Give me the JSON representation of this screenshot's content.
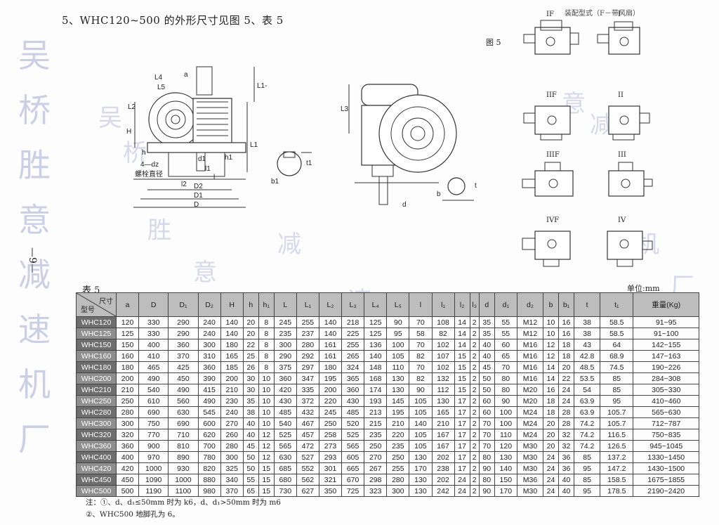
{
  "heading": "5、WHC120~500 的外形尺寸见图 5、表 5",
  "assembly_title": "装配型式（F－带风扇）",
  "figure_label": "图 5",
  "page_number": "—9—",
  "watermark_chars": "吴桥胜意减速机厂",
  "assembly_forms": [
    "IF",
    "I",
    "IIF",
    "II",
    "IIIF",
    "III",
    "IVF",
    "IV"
  ],
  "diagram_labels": {
    "L4": "L4",
    "a": "a",
    "L5": "L5",
    "L2": "L2",
    "L1_L3": "L1-L3",
    "H": "H",
    "L1": "L1",
    "h": "h",
    "d1": "d1",
    "t1": "t1",
    "h1": "h1",
    "4dz": "4—dz",
    "bolt": "螺栓直径",
    "l2": "l2",
    "l1": "l1",
    "l": "l",
    "D2": "D2",
    "D1": "D1",
    "D": "D",
    "b1": "b1",
    "L3": "L3",
    "d": "d",
    "b": "b",
    "t": "t"
  },
  "table_label": "表 5",
  "unit_label": "单位:mm",
  "table": {
    "corner_top": "尺寸",
    "corner_bottom": "型号",
    "headers": [
      "a",
      "D",
      "D₁",
      "D₂",
      "H",
      "h",
      "h₁",
      "L",
      "L₁",
      "L₂",
      "L₃",
      "L₄",
      "L₅",
      "l",
      "l₁",
      "l₂",
      "l₃",
      "d",
      "d₁",
      "d₂",
      "b",
      "b₁",
      "t",
      "t₁",
      "重量(Kg)"
    ],
    "rows": [
      [
        "WHC120",
        "120",
        "330",
        "290",
        "240",
        "140",
        "20",
        "8",
        "245",
        "255",
        "140",
        "218",
        "125",
        "90",
        "70",
        "108",
        "14",
        "2",
        "35",
        "55",
        "M12",
        "10",
        "16",
        "38",
        "58.5",
        "91~95"
      ],
      [
        "WHC125",
        "125",
        "330",
        "290",
        "240",
        "140",
        "20",
        "8",
        "235",
        "237",
        "140",
        "225",
        "125",
        "95",
        "58",
        "82",
        "14",
        "2",
        "35",
        "55",
        "M12",
        "10",
        "16",
        "38",
        "58.5",
        "91~100"
      ],
      [
        "WHC150",
        "150",
        "400",
        "360",
        "300",
        "180",
        "22",
        "8",
        "300",
        "280",
        "161",
        "255",
        "136",
        "100",
        "70",
        "102",
        "14",
        "2",
        "40",
        "60",
        "M16",
        "12",
        "18",
        "43",
        "64",
        "142~155"
      ],
      [
        "WHC160",
        "160",
        "410",
        "370",
        "310",
        "165",
        "25",
        "8",
        "290",
        "292",
        "161",
        "265",
        "140",
        "105",
        "82",
        "107",
        "15",
        "2",
        "40",
        "65",
        "M16",
        "12",
        "18",
        "42.8",
        "68.9",
        "147~163"
      ],
      [
        "WHC180",
        "180",
        "465",
        "425",
        "360",
        "185",
        "26",
        "8",
        "375",
        "297",
        "180",
        "324",
        "148",
        "110",
        "70",
        "102",
        "15",
        "2",
        "45",
        "70",
        "M16",
        "14",
        "20",
        "48.5",
        "74.5",
        "190~226"
      ],
      [
        "WHC200",
        "200",
        "490",
        "450",
        "390",
        "200",
        "30",
        "10",
        "360",
        "347",
        "195",
        "365",
        "168",
        "130",
        "82",
        "132",
        "15",
        "2",
        "50",
        "80",
        "M16",
        "14",
        "22",
        "53.5",
        "85",
        "284~308"
      ],
      [
        "WHC210",
        "210",
        "540",
        "490",
        "415",
        "210",
        "30",
        "10",
        "420",
        "335",
        "200",
        "360",
        "174",
        "130",
        "90",
        "112",
        "15",
        "2",
        "50",
        "80",
        "M20",
        "16",
        "24",
        "54",
        "85",
        "305~330"
      ],
      [
        "WHC250",
        "250",
        "610",
        "560",
        "490",
        "230",
        "35",
        "10",
        "430",
        "372",
        "220",
        "430",
        "193",
        "145",
        "105",
        "130",
        "17",
        "2",
        "60",
        "90",
        "M20",
        "18",
        "24",
        "63.9",
        "95",
        "410~460"
      ],
      [
        "WHC280",
        "280",
        "690",
        "630",
        "545",
        "240",
        "38",
        "10",
        "485",
        "432",
        "245",
        "485",
        "213",
        "195",
        "105",
        "165",
        "17",
        "2",
        "60",
        "100",
        "M24",
        "18",
        "28",
        "63.9",
        "105.7",
        "565~630"
      ],
      [
        "WHC300",
        "300",
        "750",
        "690",
        "600",
        "270",
        "40",
        "10",
        "540",
        "467",
        "250",
        "520",
        "215",
        "210",
        "140",
        "210",
        "17",
        "2",
        "70",
        "100",
        "M24",
        "20",
        "28",
        "74.2",
        "105.7",
        "712~787"
      ],
      [
        "WHC320",
        "320",
        "770",
        "710",
        "620",
        "260",
        "40",
        "12",
        "525",
        "457",
        "258",
        "525",
        "235",
        "220",
        "105",
        "167",
        "17",
        "2",
        "70",
        "110",
        "M24",
        "20",
        "32",
        "74.2",
        "116.5",
        "750~835"
      ],
      [
        "WHC360",
        "360",
        "900",
        "810",
        "700",
        "280",
        "45",
        "12",
        "565",
        "472",
        "273",
        "565",
        "250",
        "235",
        "105",
        "167",
        "17",
        "2",
        "70",
        "120",
        "M30",
        "20",
        "32",
        "74.2",
        "126.5",
        "945~1045"
      ],
      [
        "WHC400",
        "400",
        "970",
        "890",
        "780",
        "300",
        "50",
        "12",
        "630",
        "527",
        "293",
        "605",
        "270",
        "250",
        "130",
        "202",
        "17",
        "2",
        "80",
        "130",
        "M30",
        "24",
        "36",
        "85",
        "137.2",
        "1330~1450"
      ],
      [
        "WHC420",
        "420",
        "1000",
        "930",
        "820",
        "325",
        "50",
        "15",
        "685",
        "552",
        "301",
        "665",
        "267",
        "255",
        "170",
        "238",
        "17",
        "2",
        "90",
        "140",
        "M30",
        "24",
        "36",
        "95",
        "147.2",
        "1430~1500"
      ],
      [
        "WHC450",
        "450",
        "1090",
        "1000",
        "880",
        "340",
        "55",
        "15",
        "680",
        "562",
        "321",
        "670",
        "298",
        "280",
        "130",
        "202",
        "24",
        "2",
        "80",
        "150",
        "M36",
        "24",
        "40",
        "85",
        "158.5",
        "1675~1855"
      ],
      [
        "WHC500",
        "500",
        "1190",
        "1100",
        "980",
        "370",
        "65",
        "15",
        "730",
        "627",
        "350",
        "725",
        "323",
        "300",
        "130",
        "242",
        "24",
        "2",
        "90",
        "170",
        "M30",
        "24",
        "40",
        "95",
        "178.5",
        "2190~2420"
      ]
    ]
  },
  "notes": [
    "注：①、d、d₁≤50mm 时为 k6，d、d₁>50mm 时为 m6",
    "②、WHC500 地脚孔为 6。"
  ]
}
